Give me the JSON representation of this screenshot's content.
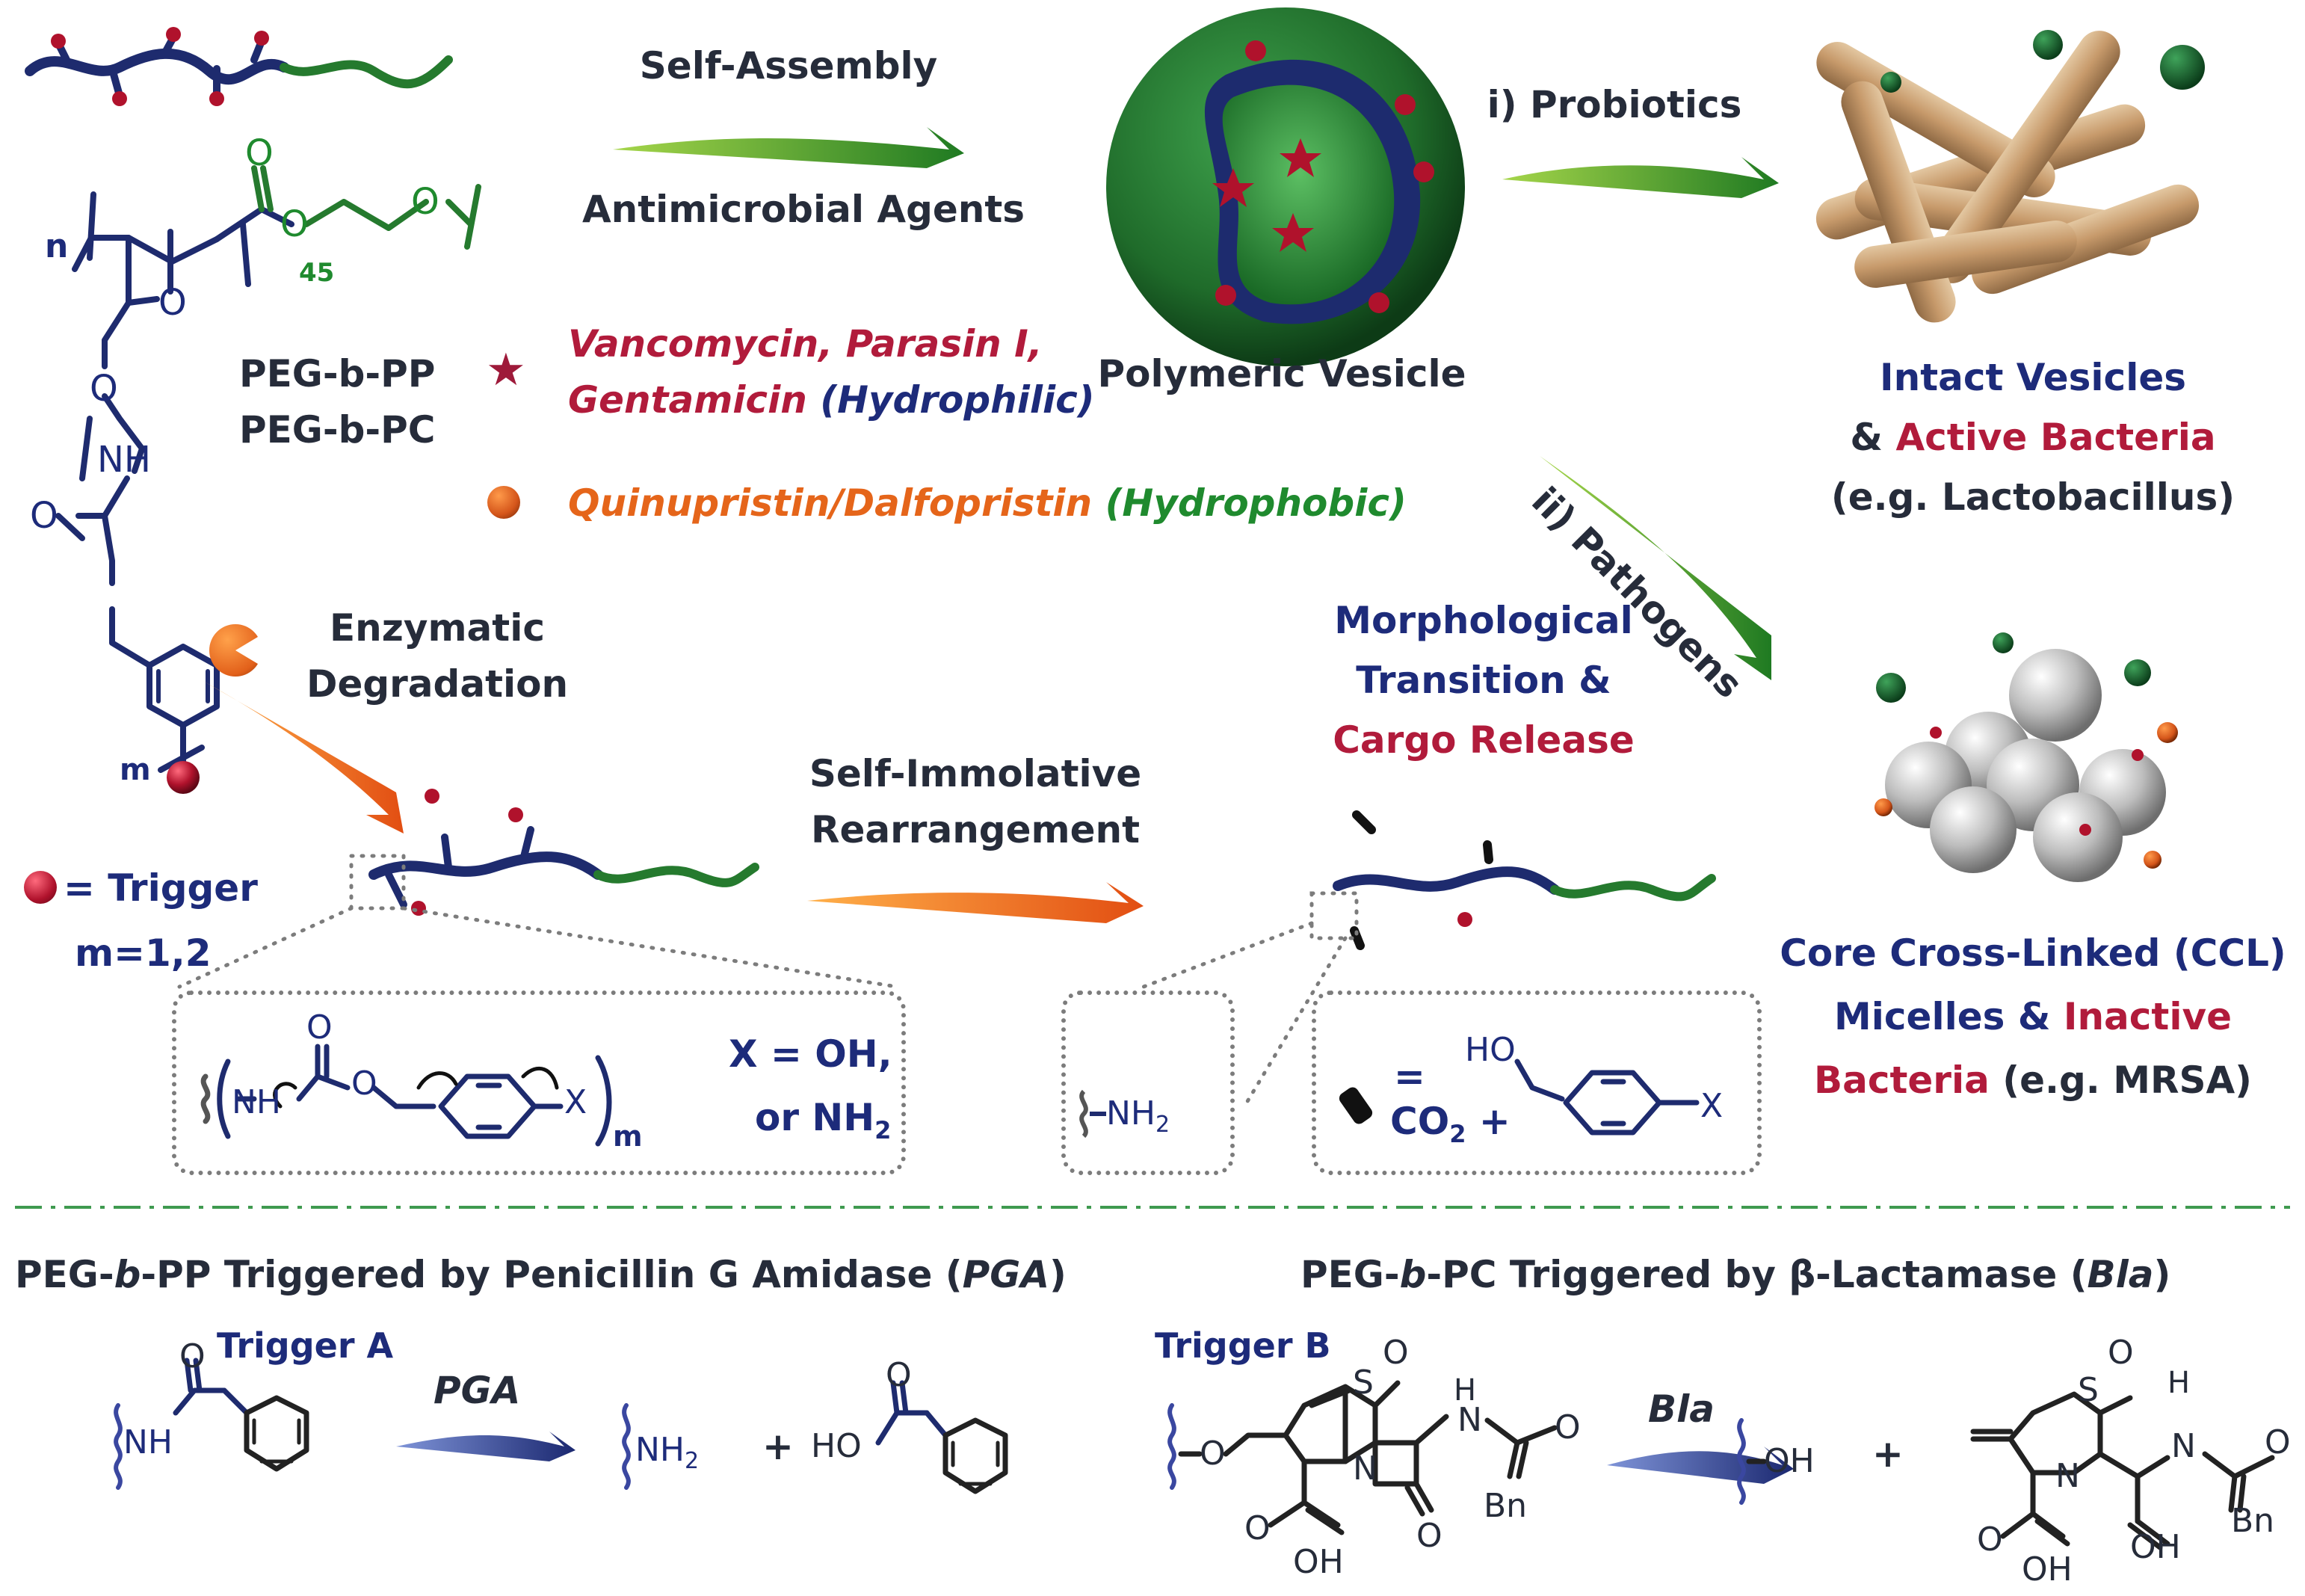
{
  "colors": {
    "navy": "#1d2b7a",
    "crimson": "#b11b3b",
    "green": "#1f8a2e",
    "orange": "#e5651a",
    "dark": "#262c3a"
  },
  "top": {
    "arrow1_top": "Self-Assembly",
    "arrow1_bottom": "Antimicrobial Agents",
    "vesicle_label": "Polymeric Vesicle",
    "probiotics": "i) Probiotics",
    "pathogens": "ii) Pathogens"
  },
  "polymer": {
    "name1": "PEG-b-PP",
    "name2": "PEG-b-PC",
    "n": "n",
    "sub45": "45",
    "m": "m",
    "o1": "O",
    "o2": "O",
    "o3": "O",
    "o4": "O",
    "o5": "O",
    "o6": "O",
    "nh": "NH"
  },
  "legend": {
    "hydrophilic_drugs1": "Vancomycin, Parasin I,",
    "hydrophilic_drugs2": "Gentamicin",
    "hydrophilic_tag": "(Hydrophilic)",
    "hydrophobic_drugs": "Quinupristin/Dalfopristin",
    "hydrophobic_tag": "(Hydrophobic)",
    "trigger": "= Trigger",
    "m_values": "m=1,2"
  },
  "right": {
    "intact": "Intact Vesicles",
    "amp": "&",
    "active": "Active Bacteria",
    "lacto": "(e.g. Lactobacillus)",
    "ccl1": "Core Cross-Linked (CCL)",
    "ccl2a": "Micelles &",
    "ccl2b": "Inactive",
    "ccl3a": "Bacteria",
    "ccl3b": "(e.g. MRSA)"
  },
  "middle": {
    "enzymatic1": "Enzymatic",
    "enzymatic2": "Degradation",
    "selfimm1": "Self-Immolative",
    "selfimm2": "Rearrangement",
    "morph1": "Morphological",
    "morph2": "Transition &",
    "morph3": "Cargo Release"
  },
  "boxes": {
    "nh": "NH",
    "o_top": "O",
    "o_chain": "O",
    "x": "X",
    "m": "m",
    "x_def1": "X = OH,",
    "x_def2": "or NH",
    "sub2": "2",
    "amine": "NH",
    "eq": "=",
    "ho": "HO",
    "co2": "CO",
    "plus": "+",
    "x2": "X"
  },
  "bottom": {
    "pp_prefix": "PEG-",
    "pp_b": "b",
    "pp_mid": "-PP Triggered by Penicillin G Amidase (",
    "pp_enzyme": "PGA",
    "pp_close": ")",
    "pc_prefix": "PEG-",
    "pc_b": "b",
    "pc_mid": "-PC Triggered by β-Lactamase (",
    "pc_enzyme": "Bla",
    "pc_close": ")",
    "triggerA": "Trigger A",
    "triggerB": "Trigger B",
    "pga": "PGA",
    "bla": "Bla",
    "nh": "NH",
    "o": "O",
    "nh2": "NH",
    "sub2": "2",
    "plus": "+",
    "ho": "HO",
    "o2": "O",
    "s": "S",
    "o_s": "O",
    "o_link": "O",
    "n_ring": "N",
    "h": "H",
    "n_amide": "N",
    "o_amide": "O",
    "o_lac": "O",
    "o_acid": "O",
    "oh_acid": "OH",
    "bn": "Bn",
    "oh_prod": "OH",
    "plus2": "+",
    "s2": "S",
    "o_s2": "O",
    "n2": "N",
    "h2": "H",
    "n_amide2": "N",
    "o_amide2": "O",
    "bn2": "Bn",
    "o_acid2": "O",
    "oh_acid2": "OH",
    "oh_acid3": "OH"
  }
}
